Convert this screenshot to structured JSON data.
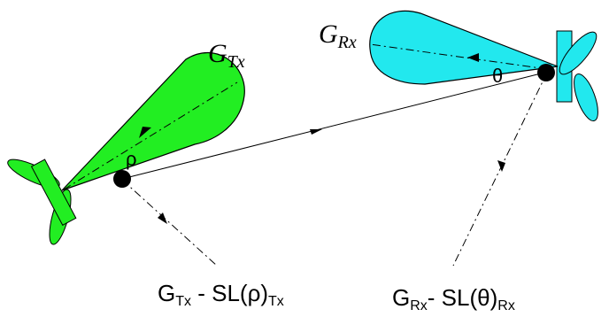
{
  "colors": {
    "tx_lobe": "#22ee22",
    "rx_lobe": "#22e8ee",
    "line": "#000000"
  },
  "icons": {
    "tx_propeller": "propeller-icon",
    "rx_propeller": "propeller-icon"
  },
  "labels": {
    "gtx_main": "G",
    "gtx_sub": "Tx",
    "grx_main": "G",
    "grx_sub": "Rx",
    "rho": "ρ",
    "theta": "θ",
    "tx_caption_g": "G",
    "tx_caption_g_sub": "Tx",
    "tx_caption_rest": " - SL(ρ)",
    "tx_caption_rest_sub": "Tx",
    "rx_caption_g": "G",
    "rx_caption_g_sub": "Rx",
    "rx_caption_rest": "- SL(θ)",
    "rx_caption_rest_sub": "Rx"
  }
}
